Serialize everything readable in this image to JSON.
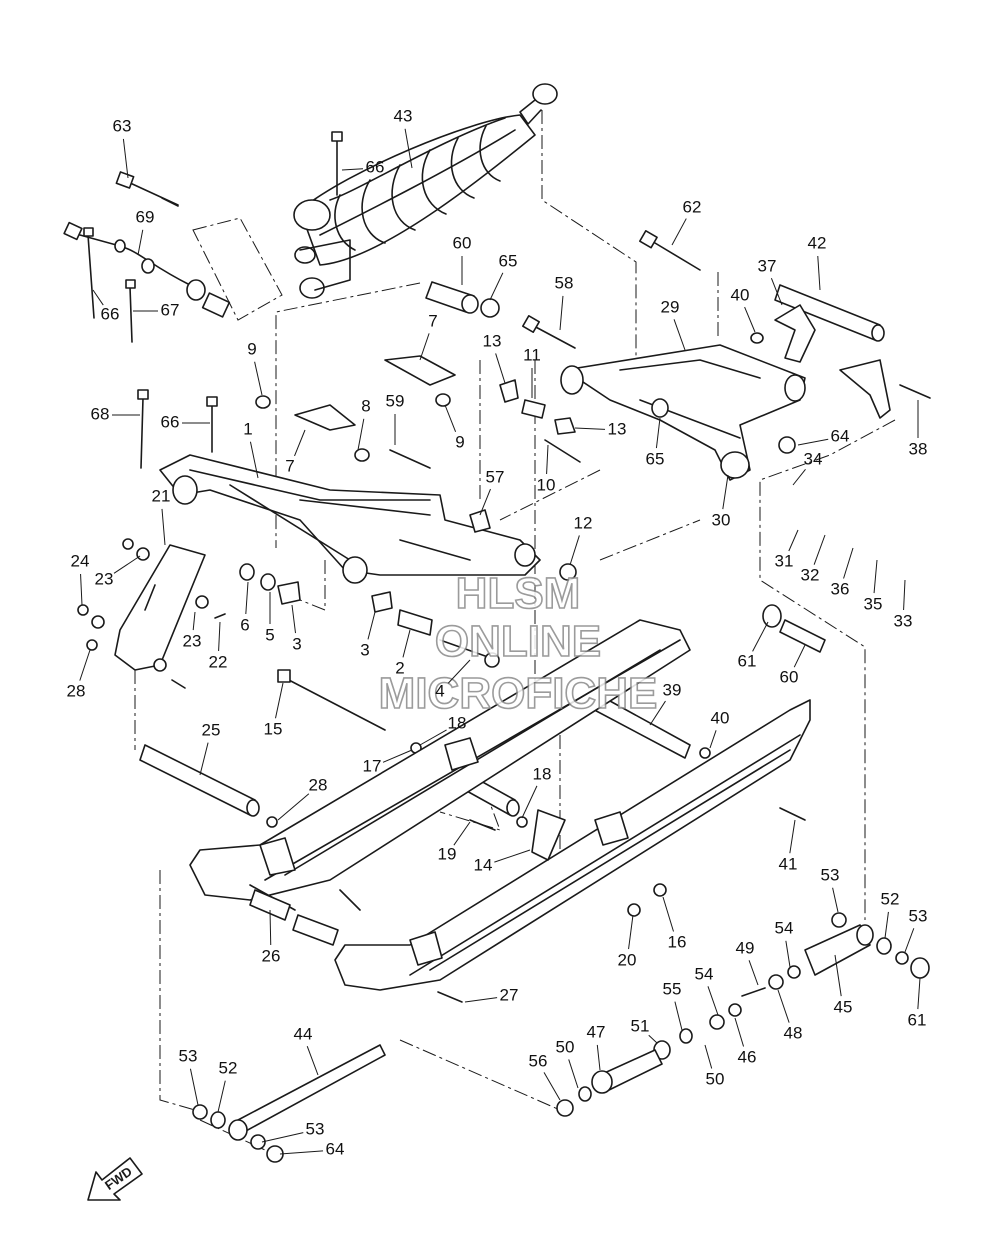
{
  "watermark": {
    "line1": "HLSM",
    "line2": "ONLINE",
    "line3": "MICROFICHE"
  },
  "fwd_label": "FWD",
  "labels": [
    {
      "id": "63",
      "text": "63"
    },
    {
      "id": "43",
      "text": "43"
    },
    {
      "id": "66a",
      "text": "66"
    },
    {
      "id": "69",
      "text": "69"
    },
    {
      "id": "66b",
      "text": "66"
    },
    {
      "id": "67",
      "text": "67"
    },
    {
      "id": "60a",
      "text": "60"
    },
    {
      "id": "65a",
      "text": "65"
    },
    {
      "id": "62",
      "text": "62"
    },
    {
      "id": "42",
      "text": "42"
    },
    {
      "id": "37",
      "text": "37"
    },
    {
      "id": "40a",
      "text": "40"
    },
    {
      "id": "58",
      "text": "58"
    },
    {
      "id": "29",
      "text": "29"
    },
    {
      "id": "7a",
      "text": "7"
    },
    {
      "id": "9a",
      "text": "9"
    },
    {
      "id": "13a",
      "text": "13"
    },
    {
      "id": "11",
      "text": "11"
    },
    {
      "id": "59",
      "text": "59"
    },
    {
      "id": "8",
      "text": "8"
    },
    {
      "id": "68",
      "text": "68"
    },
    {
      "id": "66c",
      "text": "66"
    },
    {
      "id": "1",
      "text": "1"
    },
    {
      "id": "7b",
      "text": "7"
    },
    {
      "id": "9b",
      "text": "9"
    },
    {
      "id": "13b",
      "text": "13"
    },
    {
      "id": "65b",
      "text": "65"
    },
    {
      "id": "64a",
      "text": "64"
    },
    {
      "id": "38",
      "text": "38"
    },
    {
      "id": "34",
      "text": "34"
    },
    {
      "id": "10",
      "text": "10"
    },
    {
      "id": "57",
      "text": "57"
    },
    {
      "id": "30",
      "text": "30"
    },
    {
      "id": "21",
      "text": "21"
    },
    {
      "id": "12",
      "text": "12"
    },
    {
      "id": "31",
      "text": "31"
    },
    {
      "id": "32",
      "text": "32"
    },
    {
      "id": "36",
      "text": "36"
    },
    {
      "id": "35",
      "text": "35"
    },
    {
      "id": "33",
      "text": "33"
    },
    {
      "id": "24",
      "text": "24"
    },
    {
      "id": "23a",
      "text": "23"
    },
    {
      "id": "6",
      "text": "6"
    },
    {
      "id": "5",
      "text": "5"
    },
    {
      "id": "3a",
      "text": "3"
    },
    {
      "id": "3b",
      "text": "3"
    },
    {
      "id": "2",
      "text": "2"
    },
    {
      "id": "23b",
      "text": "23"
    },
    {
      "id": "22",
      "text": "22"
    },
    {
      "id": "28a",
      "text": "28"
    },
    {
      "id": "4",
      "text": "4"
    },
    {
      "id": "61a",
      "text": "61"
    },
    {
      "id": "60b",
      "text": "60"
    },
    {
      "id": "39",
      "text": "39"
    },
    {
      "id": "15",
      "text": "15"
    },
    {
      "id": "18a",
      "text": "18"
    },
    {
      "id": "40b",
      "text": "40"
    },
    {
      "id": "25",
      "text": "25"
    },
    {
      "id": "17",
      "text": "17"
    },
    {
      "id": "18b",
      "text": "18"
    },
    {
      "id": "28b",
      "text": "28"
    },
    {
      "id": "19",
      "text": "19"
    },
    {
      "id": "14",
      "text": "14"
    },
    {
      "id": "41",
      "text": "41"
    },
    {
      "id": "53a",
      "text": "53"
    },
    {
      "id": "52a",
      "text": "52"
    },
    {
      "id": "53b",
      "text": "53"
    },
    {
      "id": "16",
      "text": "16"
    },
    {
      "id": "20",
      "text": "20"
    },
    {
      "id": "54a",
      "text": "54"
    },
    {
      "id": "49",
      "text": "49"
    },
    {
      "id": "26",
      "text": "26"
    },
    {
      "id": "54b",
      "text": "54"
    },
    {
      "id": "45",
      "text": "45"
    },
    {
      "id": "61b",
      "text": "61"
    },
    {
      "id": "27",
      "text": "27"
    },
    {
      "id": "55",
      "text": "55"
    },
    {
      "id": "51",
      "text": "51"
    },
    {
      "id": "48",
      "text": "48"
    },
    {
      "id": "44",
      "text": "44"
    },
    {
      "id": "47",
      "text": "47"
    },
    {
      "id": "46",
      "text": "46"
    },
    {
      "id": "50a",
      "text": "50"
    },
    {
      "id": "50b",
      "text": "50"
    },
    {
      "id": "56",
      "text": "56"
    },
    {
      "id": "53c",
      "text": "53"
    },
    {
      "id": "52b",
      "text": "52"
    },
    {
      "id": "53d",
      "text": "53"
    },
    {
      "id": "64b",
      "text": "64"
    }
  ]
}
